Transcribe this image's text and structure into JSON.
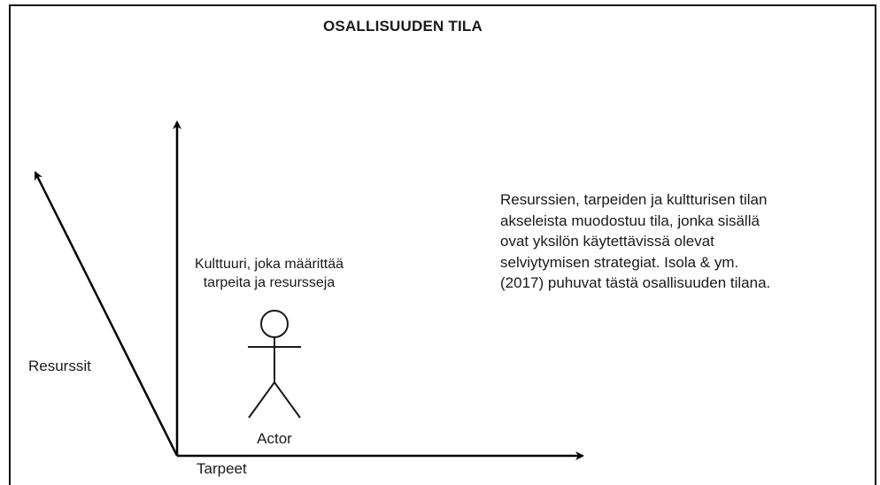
{
  "diagram": {
    "title": "OSALLISUUDEN TILA",
    "axes": {
      "culture_label": [
        "Kulttuuri, joka määrittää",
        "tarpeita ja resursseja"
      ],
      "resources_label": "Resurssit",
      "needs_label": "Tarpeet"
    },
    "actor": {
      "label": "Actor"
    },
    "description": [
      "Resurssien, tarpeiden ja kultturisen tilan",
      "akseleista muodostuu tila, jonka sisällä",
      "ovat yksilön käytettävissä olevat",
      "selviytymisen strategiat. Isola & ym.",
      "(2017) puhuvat tästä osallisuuden tilana."
    ],
    "colors": {
      "line": "#000000",
      "text": "#1a1a1a",
      "background": "#ffffff"
    }
  }
}
